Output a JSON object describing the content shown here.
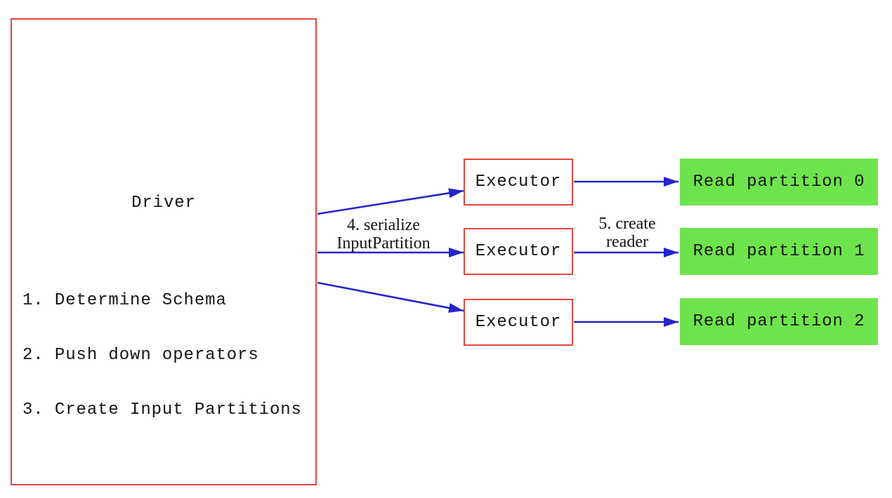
{
  "theme": {
    "red": "#e0483e",
    "blue": "#2424cc",
    "green": "#6ee44c",
    "text": "#141414",
    "background": "#ffffff"
  },
  "driver": {
    "title": "Driver",
    "steps": [
      "1. Determine Schema",
      "2. Push down operators",
      "3. Create Input Partitions"
    ]
  },
  "executors": [
    {
      "label": "Executor"
    },
    {
      "label": "Executor"
    },
    {
      "label": "Executor"
    }
  ],
  "partitions": [
    {
      "label": "Read partition 0"
    },
    {
      "label": "Read partition 1"
    },
    {
      "label": "Read partition 2"
    }
  ],
  "edge_labels": {
    "serialize": "4. serialize InputPartition",
    "create_reader": "5. create reader"
  }
}
